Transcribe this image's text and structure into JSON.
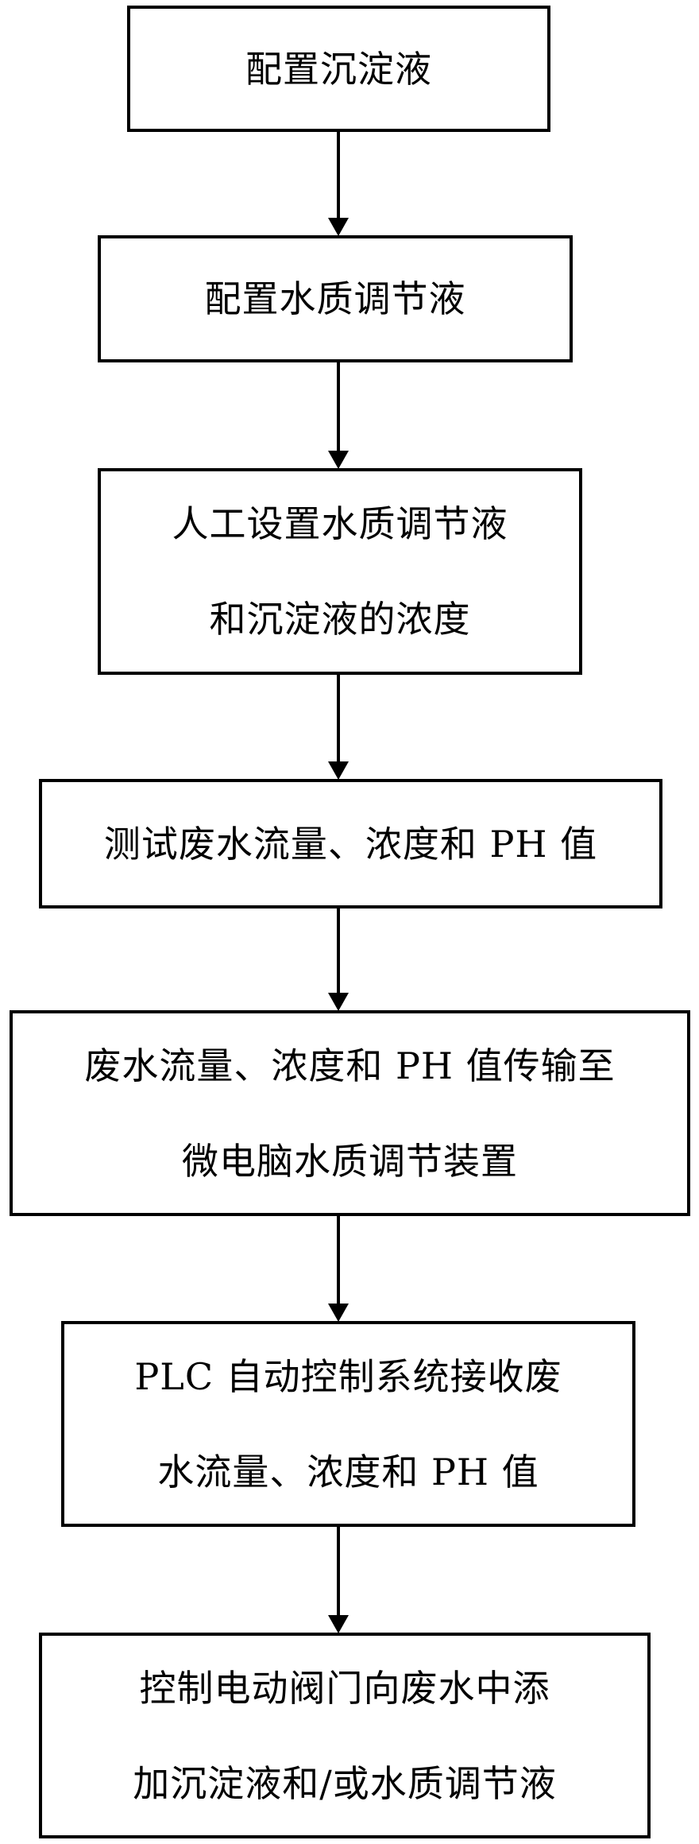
{
  "diagram": {
    "type": "flowchart",
    "direction": "top-to-bottom",
    "steps": [
      {
        "id": "step-1",
        "lines": [
          "配置沉淀液"
        ]
      },
      {
        "id": "step-2",
        "lines": [
          "配置水质调节液"
        ]
      },
      {
        "id": "step-3",
        "lines": [
          "人工设置水质调节液",
          "和沉淀液的浓度"
        ]
      },
      {
        "id": "step-4",
        "lines": [
          "测试废水流量、浓度和 PH 值"
        ]
      },
      {
        "id": "step-5",
        "lines": [
          "废水流量、浓度和 PH 值传输至",
          "微电脑水质调节装置"
        ]
      },
      {
        "id": "step-6",
        "lines": [
          "PLC 自动控制系统接收废",
          "水流量、浓度和 PH 值"
        ]
      },
      {
        "id": "step-7",
        "lines": [
          "控制电动阀门向废水中添",
          "加沉淀液和/或水质调节液"
        ]
      }
    ],
    "edges": [
      {
        "from": "step-1",
        "to": "step-2"
      },
      {
        "from": "step-2",
        "to": "step-3"
      },
      {
        "from": "step-3",
        "to": "step-4"
      },
      {
        "from": "step-4",
        "to": "step-5"
      },
      {
        "from": "step-5",
        "to": "step-6"
      },
      {
        "from": "step-6",
        "to": "step-7"
      }
    ],
    "stroke_color": "#000000",
    "background_color": "#ffffff"
  }
}
